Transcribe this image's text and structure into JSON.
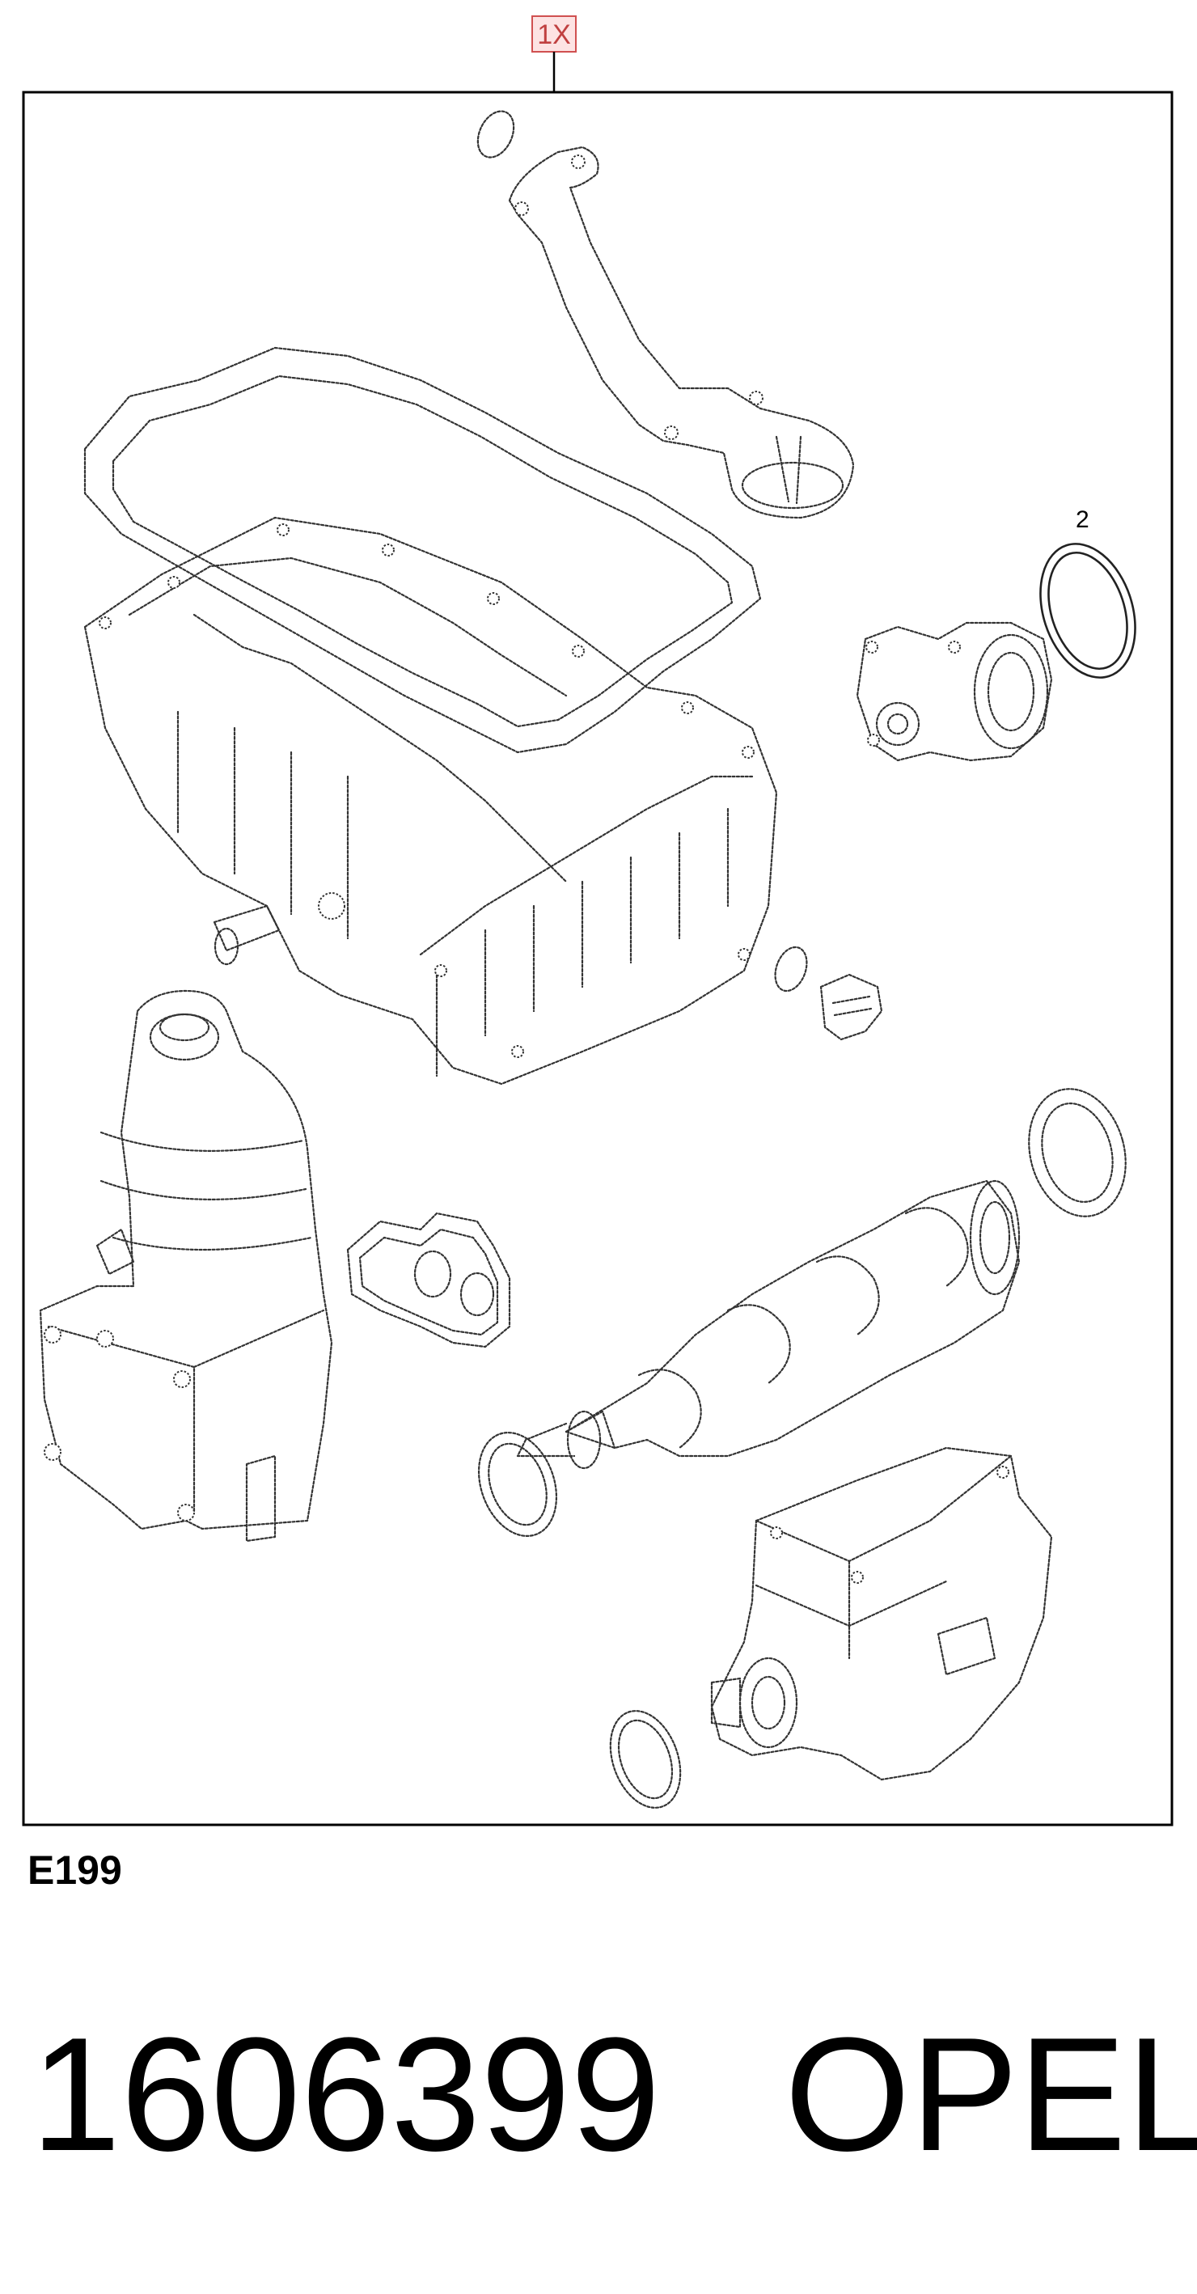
{
  "callout": {
    "quantity": "1X"
  },
  "item_label": "2",
  "diagram_code": "E199",
  "part_number": "1606399",
  "brand": "OPEL"
}
